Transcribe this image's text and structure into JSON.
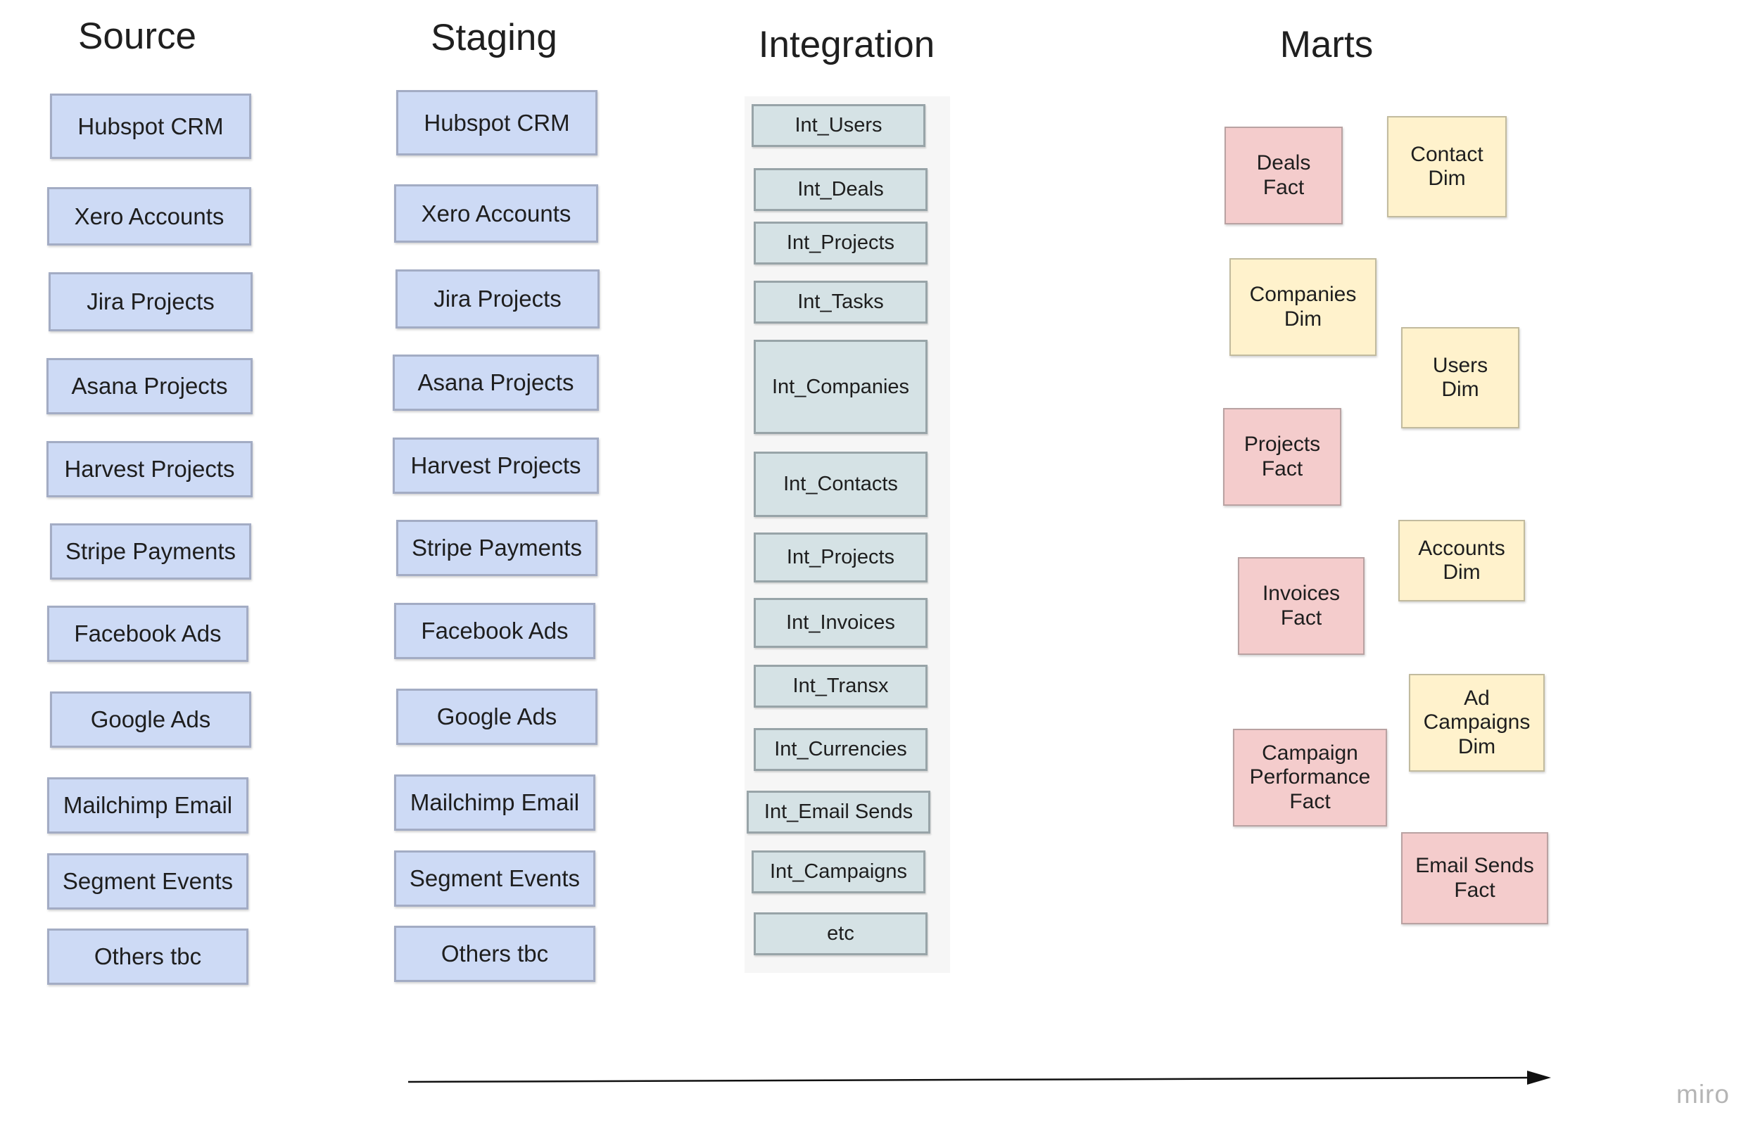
{
  "columns": {
    "source": "Source",
    "staging": "Staging",
    "integration": "Integration",
    "marts": "Marts"
  },
  "source": [
    "Hubspot CRM",
    "Xero Accounts",
    "Jira Projects",
    "Asana Projects",
    "Harvest  Projects",
    "Stripe Payments",
    "Facebook Ads",
    "Google Ads",
    "Mailchimp Email",
    "Segment Events",
    "Others tbc"
  ],
  "staging": [
    "Hubspot CRM",
    "Xero Accounts",
    "Jira Projects",
    "Asana Projects",
    "Harvest  Projects",
    "Stripe Payments",
    "Facebook Ads",
    "Google Ads",
    "Mailchimp Email",
    "Segment Events",
    "Others tbc"
  ],
  "integration": [
    "Int_Users",
    "Int_Deals",
    "Int_Projects",
    "Int_Tasks",
    "Int_Companies",
    "Int_Contacts",
    "Int_Projects",
    "Int_Invoices",
    "Int_Transx",
    "Int_Currencies",
    "Int_Email Sends",
    "Int_Campaigns",
    "etc"
  ],
  "marts": [
    {
      "label": "Deals\nFact",
      "kind": "fact"
    },
    {
      "label": "Contact\nDim",
      "kind": "dim"
    },
    {
      "label": "Companies\nDim",
      "kind": "dim"
    },
    {
      "label": "Users\nDim",
      "kind": "dim"
    },
    {
      "label": "Projects\nFact",
      "kind": "fact"
    },
    {
      "label": "Accounts\nDim",
      "kind": "dim"
    },
    {
      "label": "Invoices\nFact",
      "kind": "fact"
    },
    {
      "label": "Ad\nCampaigns\nDim",
      "kind": "dim"
    },
    {
      "label": "Campaign\nPerformance\nFact",
      "kind": "fact"
    },
    {
      "label": "Email Sends\nFact",
      "kind": "fact"
    }
  ],
  "watermark": "miro",
  "colors": {
    "source_box": "#cddaf5",
    "integration_box": "#d5e2e5",
    "fact_sticky": "#f4cccc",
    "dim_sticky": "#fff2cc"
  }
}
